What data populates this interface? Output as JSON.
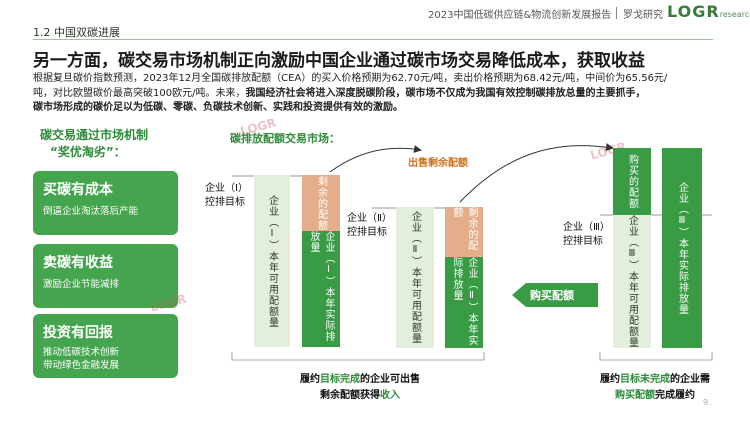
{
  "header": {
    "report_title": "2023中国低碳供应链&物流创新发展报告",
    "brand_cn": "罗戈研究",
    "brand_logo": "LOGR",
    "brand_sub": "research"
  },
  "section": {
    "label": "1.2 中国双碳进展"
  },
  "headline": "另一方面，碳交易市场机制正向激励中国企业通过碳市场交易降低成本，获取收益",
  "body": {
    "line1": "根据复旦碳价指数预测，2023年12月全国碳排放配额（CEA）的买入价格预期为62.70元/吨，卖出价格预期为68.42元/吨，中间价为65.56元/",
    "line2_plain": "吨，对比欧盟碳价最高突破100欧元/吨。未来，",
    "line2_bold": "我国经济社会将进入深度脱碳阶段，碳市场不仅成为我国有效控制碳排放总量的主要抓手，",
    "line3_bold": "碳市场形成的碳价足以为低碳、零碳、负碳技术创新、实践和投资提供有效的激励。"
  },
  "left": {
    "title_line1": "碳交易通过市场机制",
    "title_line2": "“奖优淘劣”：",
    "cards": [
      {
        "title": "买碳有成本",
        "sub1": "倒逼企业淘汰落后产能",
        "sub2": ""
      },
      {
        "title": "卖碳有收益",
        "sub1": "激励企业节能减排",
        "sub2": ""
      },
      {
        "title": "投资有回报",
        "sub1": "推动低碳技术创新",
        "sub2": "带动绿色金融发展"
      }
    ]
  },
  "diagram": {
    "market_title": "碳排放配额交易市场：",
    "sell_label": "出售剩余配额",
    "buy_label": "购买配额",
    "company1": {
      "label1": "企业（Ⅰ）",
      "label2": "控排目标",
      "bar_available": "企业（Ⅰ）本年可用配额量",
      "bar_remaining": "剩余的配额",
      "bar_actual": "企业（Ⅰ）本年实际排放量"
    },
    "company2": {
      "label1": "企业（Ⅱ）",
      "label2": "控排目标",
      "bar_available": "企业（Ⅱ）本年可用配额量",
      "bar_remaining": "剩余的配额",
      "bar_actual": "企业（Ⅱ）本年实际排放量"
    },
    "company3": {
      "label1": "企业（Ⅲ）",
      "label2": "控排目标",
      "bar_purchased": "购买的配额",
      "bar_available": "企业（Ⅲ）本年可用配额量",
      "bar_actual": "企业（Ⅲ）本年实际排放量"
    },
    "caption_left": {
      "p1": "履约",
      "g1": "目标完成",
      "p2": "的企业可出售",
      "p3": "剩余配额获得",
      "g2": "收入"
    },
    "caption_right": {
      "p1": "履约",
      "g1": "目标未完成",
      "p2": "的企业需",
      "g2": "购买配额",
      "p3": "完成履约"
    }
  },
  "page_number": "9",
  "colors": {
    "accent_green": "#3a9b45",
    "pale_green": "#e3eedd",
    "tan": "#e4ae8b"
  }
}
